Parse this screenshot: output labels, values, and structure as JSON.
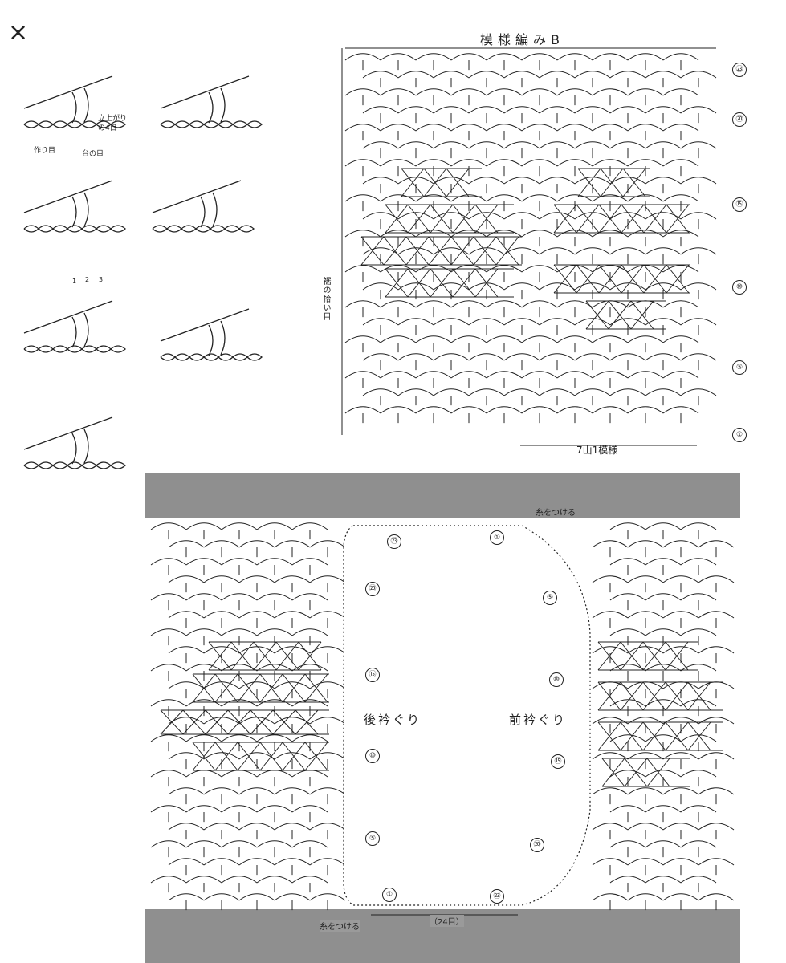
{
  "stitch_symbol": "×",
  "pattern_b": {
    "title": "模様編みB",
    "repeat_label": "7山1模様",
    "side_label": "裾の拾い目",
    "row_markers": [
      "㉓",
      "⑳",
      "⑮",
      "⑩",
      "⑤",
      "①"
    ]
  },
  "illustrations": {
    "label_tachiagari": "立上がり",
    "label_no4me": "の4目",
    "label_tsukurime": "作り目",
    "label_dainome": "台の目",
    "step_numbers": [
      "1",
      "2",
      "3"
    ]
  },
  "neckline": {
    "back_label": "後衿ぐり",
    "front_label": "前衿ぐり",
    "attach_thread_top": "糸をつける",
    "attach_thread_bottom": "糸をつける",
    "stitch_count": "（24目）",
    "back_markers": [
      "㉓",
      "⑳",
      "⑮",
      "⑩",
      "⑤",
      "①"
    ],
    "front_markers": [
      "①",
      "⑤",
      "⑩",
      "⑮",
      "⑳",
      "㉓"
    ]
  },
  "colors": {
    "ink": "#222222",
    "band": "#8f8f8f",
    "paper": "#ffffff"
  }
}
